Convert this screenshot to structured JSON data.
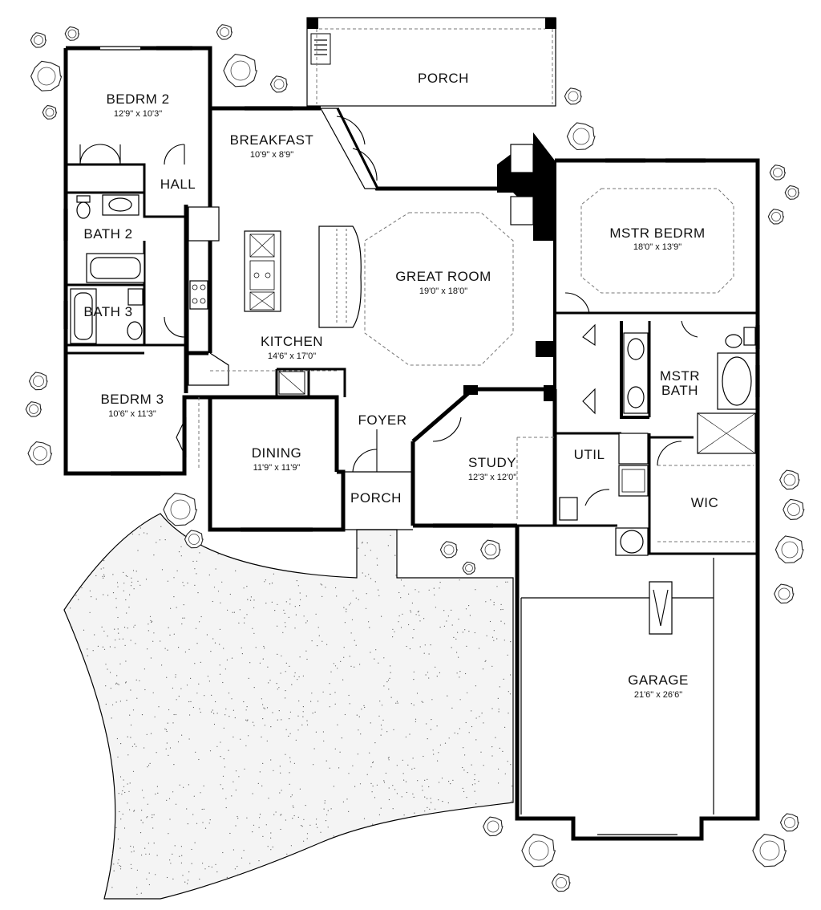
{
  "rooms": {
    "porch_back": {
      "name": "PORCH"
    },
    "bedrm2": {
      "name": "BEDRM 2",
      "dims": "12'9\" x 10'3\""
    },
    "breakfast": {
      "name": "BREAKFAST",
      "dims": "10'9\" x 8'9\""
    },
    "hall": {
      "name": "HALL"
    },
    "bath2": {
      "name": "BATH 2"
    },
    "bath3": {
      "name": "BATH 3"
    },
    "great_room": {
      "name": "GREAT ROOM",
      "dims": "19'0\" x 18'0\""
    },
    "mstr_bedrm": {
      "name": "MSTR BEDRM",
      "dims": "18'0\" x 13'9\""
    },
    "kitchen": {
      "name": "KITCHEN",
      "dims": "14'6\" x 17'0\""
    },
    "mstr_bath": {
      "name": "MSTR",
      "name2": "BATH"
    },
    "bedrm3": {
      "name": "BEDRM 3",
      "dims": "10'6\" x 11'3\""
    },
    "foyer": {
      "name": "FOYER"
    },
    "dining": {
      "name": "DINING",
      "dims": "11'9\" x 11'9\""
    },
    "study": {
      "name": "STUDY",
      "dims": "12'3\" x 12'0\""
    },
    "util": {
      "name": "UTIL"
    },
    "porch_front": {
      "name": "PORCH"
    },
    "wic": {
      "name": "WIC"
    },
    "garage": {
      "name": "GARAGE",
      "dims": "21'6\" x 26'6\""
    }
  }
}
